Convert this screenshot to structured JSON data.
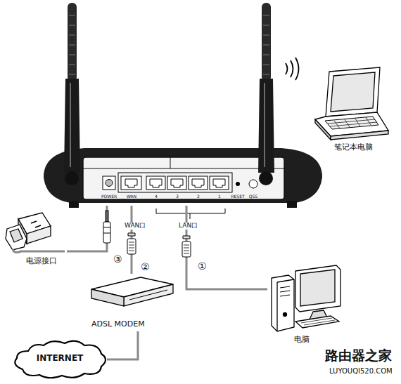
{
  "diagram": {
    "nodes": [
      {
        "text": [
          "POWER",
          "WAN",
          "4",
          "3",
          "2",
          "1",
          "RESET",
          "QSS"
        ]
      },
      {
        "text": [
          "笔记本电脑"
        ]
      },
      {
        "text": [
          "电源接口"
        ]
      },
      {
        "text": [
          "ADSL MODEM"
        ]
      },
      {
        "text": [
          "电脑"
        ]
      },
      {
        "text": [
          "INTERNET"
        ]
      }
    ],
    "edges": [
      {
        "from": 4,
        "to": 0,
        "arrow": "none",
        "label": "①"
      },
      {
        "from": 3,
        "to": 0,
        "arrow": "none",
        "label": "②"
      },
      {
        "from": 2,
        "to": 0,
        "arrow": "none",
        "label": "③"
      },
      {
        "from": 3,
        "to": 5,
        "arrow": "none"
      }
    ],
    "labels": [
      "WAN口",
      "LAN口",
      "路由器之家",
      "LUYOUQI520.COM"
    ]
  }
}
